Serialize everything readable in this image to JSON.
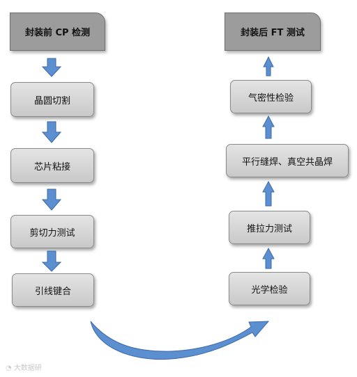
{
  "left_column": {
    "header": "封装前 CP 检测",
    "steps": [
      "晶圆切割",
      "芯片粘接",
      "剪切力测试",
      "引线键合"
    ]
  },
  "right_column": {
    "header": "封装后 FT 测试",
    "steps": [
      "气密性检验",
      "平行缝焊、真空共晶焊",
      "推拉力测试",
      "光学检验"
    ]
  },
  "watermark": "大数据研",
  "colors": {
    "arrow_fill": "#5b8fd0",
    "arrow_stroke": "#3d6aa8",
    "header_fill": "#9c9c9c",
    "step_fill": "#d6d6d6"
  }
}
